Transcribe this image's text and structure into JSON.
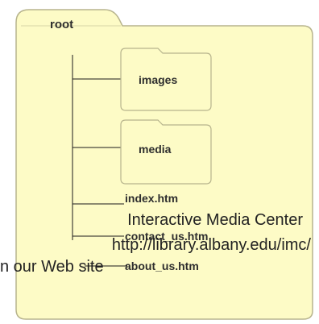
{
  "diagram": {
    "root_label": "root",
    "folders": [
      {
        "label": "images"
      },
      {
        "label": "media"
      }
    ],
    "files": [
      {
        "label": "index.htm"
      },
      {
        "label": "contact_us.htm"
      },
      {
        "label": "about_us.htm"
      }
    ]
  },
  "overlay": {
    "line1": "Interactive Media Center",
    "line2": "http://library.albany.edu/imc/",
    "line3": "n our Web site"
  },
  "colors": {
    "folder_fill": "#fdfbc6",
    "folder_stroke": "#b7b48d",
    "line": "#1a1a1a",
    "text": "#2e2e2e"
  }
}
